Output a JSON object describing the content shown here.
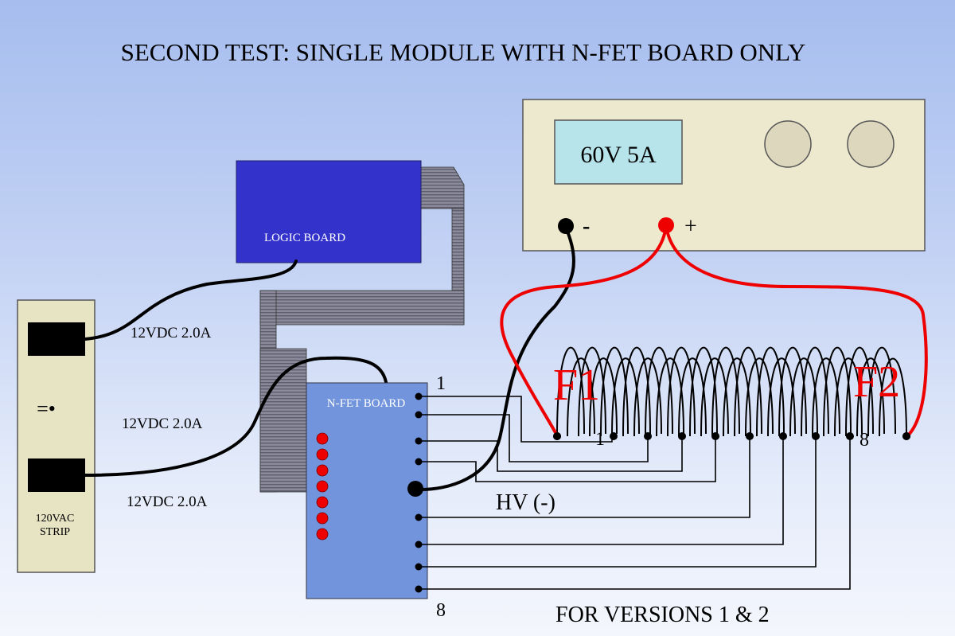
{
  "title": "SECOND TEST: SINGLE MODULE WITH N-FET BOARD ONLY",
  "power_supply": {
    "display": "60V 5A",
    "neg_label": "-",
    "pos_label": "+"
  },
  "logic_board": {
    "label": "LOGIC BOARD"
  },
  "power_strip": {
    "label_line1": "120VAC",
    "label_line2": "STRIP",
    "ground_symbol": "=•"
  },
  "cables": [
    "12VDC 2.0A",
    "12VDC 2.0A",
    "12VDC 2.0A"
  ],
  "nfet_board": {
    "label": "N-FET BOARD",
    "pin_first": "1",
    "pin_last": "8"
  },
  "coil": {
    "f1": "F1",
    "f2": "F2",
    "tap_first": "1",
    "tap_last": "8"
  },
  "hv_label": "HV (-)",
  "footer": "FOR VERSIONS 1 & 2",
  "colors": {
    "logic_board": "#3333cc",
    "nfet_board": "#7294dc",
    "supply_body": "#ede9cf",
    "supply_display": "#b6e4ea",
    "red_wire": "#ee0000",
    "ribbon": "#808090",
    "strip_body": "#e7e4c4"
  }
}
